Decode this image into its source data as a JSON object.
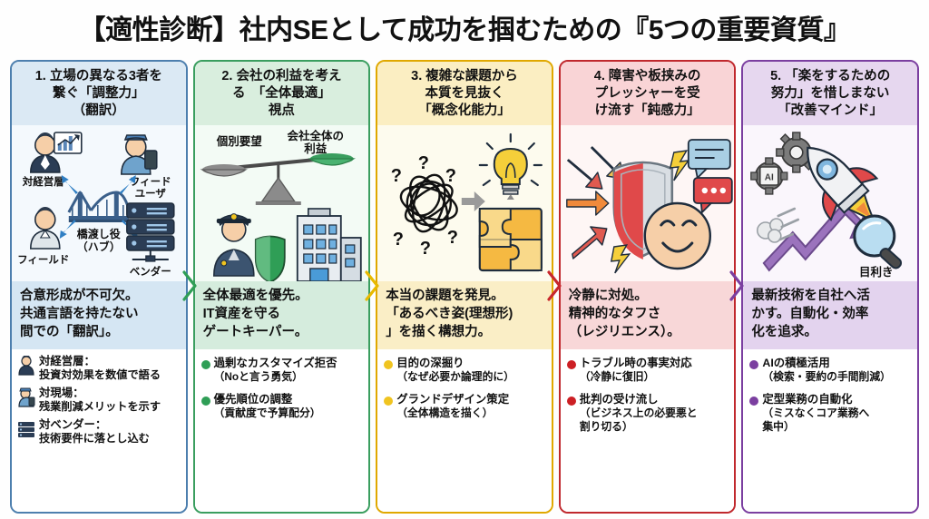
{
  "title": "【適性診断】社内SEとして成功を掴むための『5つの重要資質』",
  "columns": [
    {
      "number": "1.",
      "heading": "1. 立場の異なる3者を\n繋ぐ「調整力」\n（翻訳）",
      "heading_lines": [
        "1. 立場の異なる3者を",
        "繋ぐ「調整力」",
        "（翻訳）"
      ],
      "accent": "#2f6fad",
      "dot_color": "#2f6fad",
      "illustration": "three-parties-bridge-diagram",
      "illustration_labels": {
        "top_left": "対経営層",
        "top_right_line1": "フィード",
        "top_right_line2": "ユーザ",
        "center_line1": "橋渡し役",
        "center_line2": "（ハブ）",
        "bottom_left": "フィールド",
        "bottom_right": "ベンダー"
      },
      "summary_lines": [
        "合意形成が不可欠。",
        "共通言語を持たない",
        "間での「翻訳」。"
      ],
      "person_bullets": [
        {
          "icon": "executive-person-icon",
          "label": "対経営層：",
          "sub": "投資対効果を数値で語る"
        },
        {
          "icon": "field-worker-icon",
          "label": "対現場：",
          "sub": "残業削減メリットを示す"
        },
        {
          "icon": "server-rack-icon",
          "label": "対ベンダー：",
          "sub": "技術要件に落とし込む"
        }
      ]
    },
    {
      "number": "2.",
      "heading_lines": [
        "2. 会社の利益を考え",
        "る　「全体最適」",
        "視点"
      ],
      "accent": "#2f9e56",
      "dot_color": "#2f9e56",
      "illustration": "balance-scale-guard-building",
      "illustration_labels": {
        "left_pan": "個別要望",
        "right_pan_line1": "会社全体の",
        "right_pan_line2": "利益"
      },
      "summary_lines": [
        "全体最適を優先。",
        "IT資産を守る",
        "ゲートキーパー。"
      ],
      "bullets": [
        {
          "label": "過剰なカスタマイズ拒否",
          "sub": "（Noと言う勇気）"
        },
        {
          "label": "優先順位の調整",
          "sub": "（貢献度で予算配分）"
        }
      ]
    },
    {
      "number": "3.",
      "heading_lines": [
        "3. 複雑な課題から",
        "本質を見抜く",
        "「概念化能力」"
      ],
      "accent": "#e8b900",
      "dot_color": "#f0c420",
      "illustration": "scribble-to-lightbulb-puzzle",
      "illustration_labels": {},
      "summary_lines": [
        "本当の課題を発見。",
        "「あるべき姿(理想形)",
        "」を描く構想力。"
      ],
      "bullets": [
        {
          "label": "目的の深掘り",
          "sub": "（なぜ必要か論理的に）"
        },
        {
          "label": "グランドデザイン策定",
          "sub": "（全体構造を描く）"
        }
      ]
    },
    {
      "number": "4.",
      "heading_lines": [
        "4. 障害や板挟みの",
        "プレッシャーを受",
        "け流す「鈍感力」"
      ],
      "accent": "#c8282d",
      "dot_color": "#cc1f24",
      "illustration": "shield-deflecting-arrows-smiley",
      "illustration_labels": {},
      "summary_lines": [
        "冷静に対処。",
        "精神的なタフさ",
        "（レジリエンス）。"
      ],
      "bullets": [
        {
          "label": "トラブル時の事実対応",
          "sub": "（冷静に復旧）"
        },
        {
          "label": "批判の受け流し",
          "sub": "（ビジネス上の必要悪と\n割り切る）"
        }
      ]
    },
    {
      "number": "5.",
      "heading_lines": [
        "5. 「楽をするための",
        "努力」を惜しまない",
        "「改善マインド」"
      ],
      "accent": "#7b3fa0",
      "dot_color": "#7b3fa0",
      "illustration": "rocket-growth-arrow-ai-gears",
      "illustration_labels": {
        "gear_badge": "AI",
        "magnifier": "目利き"
      },
      "summary_lines": [
        "最新技術を自社へ活",
        "かす。自動化・効率",
        "化を追求。"
      ],
      "bullets": [
        {
          "label": "AIの積極活用",
          "sub": "（検索・要約の手間削減）"
        },
        {
          "label": "定型業務の自動化",
          "sub": "（ミスなくコア業務へ\n集中）"
        }
      ]
    }
  ],
  "connectors": [
    {
      "name": "chevron-1-to-2",
      "color": "#2f9e56"
    },
    {
      "name": "chevron-2-to-3",
      "color": "#e8b900"
    },
    {
      "name": "chevron-3-to-4",
      "color": "#c8282d"
    },
    {
      "name": "chevron-4-to-5",
      "color": "#7b3fa0"
    }
  ]
}
